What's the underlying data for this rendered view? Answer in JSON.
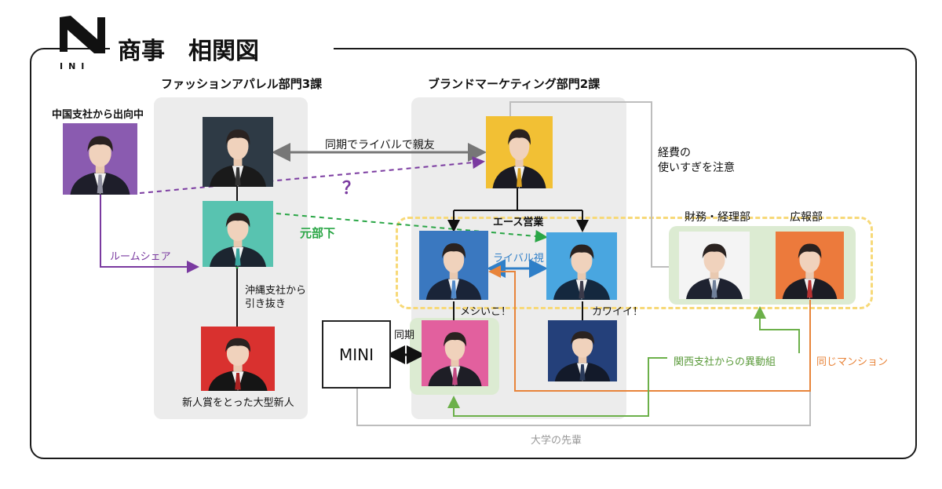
{
  "header": {
    "logo_text": "INI",
    "title": "商事　相関図"
  },
  "departments": {
    "fashion": "ファッションアパレル部門3課",
    "brand": "ブランドマーケティング部門2課",
    "finance": "財務・経理部",
    "pr": "広報部"
  },
  "labels": {
    "china": "中国支社から出向中",
    "rival_friend": "同期でライバルで親友",
    "question": "？",
    "former_sub": "元部下",
    "room_share": "ルームシェア",
    "okinawa": "沖縄支社から\n引き抜き",
    "rookie": "新人賞をとった大型新人",
    "ace_sales": "エース営業",
    "rival_view": "ライバル視",
    "meshiiko": "メシいこ！",
    "kawaii": "カワイイ！",
    "douki": "同期",
    "mini": "MINI",
    "expenses": "経費の\n使いすぎを注意",
    "kansai": "関西支社からの異動組",
    "same_mansion": "同じマンション",
    "senpai": "大学の先輩"
  },
  "colors": {
    "purple": "#7a3aa0",
    "green_dash": "#2aa646",
    "green_line": "#6cb04a",
    "orange": "#e8843a",
    "blue": "#2f7fc8",
    "gray_line": "#bdbdbd",
    "yellow_dash": "#f7d978"
  },
  "photos": [
    {
      "name": "china-member-photo",
      "bg": "#8a5bb0",
      "suit": "#1e1e2a",
      "tie": "#9090a0"
    },
    {
      "name": "fashion-lead-photo",
      "bg": "#2e3a45",
      "suit": "#1a1a1a",
      "tie": "#333333"
    },
    {
      "name": "fashion-mint-photo",
      "bg": "#58c3b0",
      "suit": "#1c2530",
      "tie": "#3aa7a0"
    },
    {
      "name": "fashion-rookie-photo",
      "bg": "#d9312f",
      "suit": "#151515",
      "tie": "#aa2222"
    },
    {
      "name": "brand-lead-photo",
      "bg": "#f2c034",
      "suit": "#1a1a22",
      "tie": "#d8a020"
    },
    {
      "name": "ace-left-photo",
      "bg": "#3a78c0",
      "suit": "#1a2438",
      "tie": "#5088c8"
    },
    {
      "name": "ace-right-photo",
      "bg": "#49a6e0",
      "suit": "#14283e",
      "tie": "#3a3a4a"
    },
    {
      "name": "brand-pink-photo",
      "bg": "#e2609e",
      "suit": "#1e1e26",
      "tie": "#c04880"
    },
    {
      "name": "brand-navy-photo",
      "bg": "#24407a",
      "suit": "#131a2a",
      "tie": "#2a3a5a"
    },
    {
      "name": "finance-photo",
      "bg": "#f4f4f4",
      "suit": "#1e2230",
      "tie": "#70809a"
    },
    {
      "name": "pr-photo",
      "bg": "#ec7a3c",
      "suit": "#1c1c24",
      "tie": "#b83030"
    }
  ]
}
